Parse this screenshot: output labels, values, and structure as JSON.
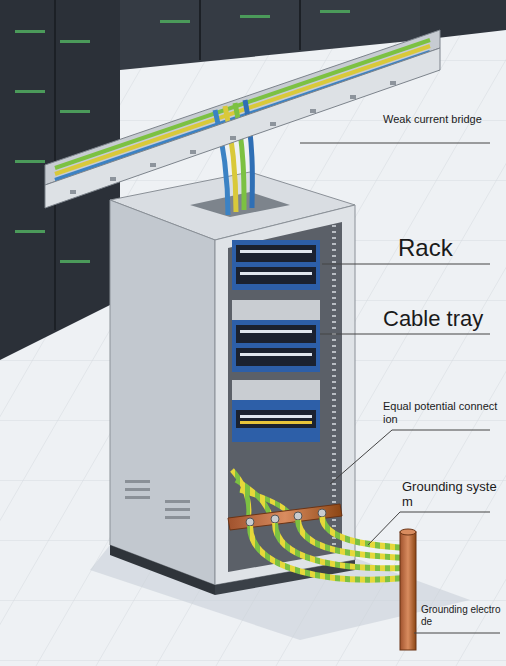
{
  "diagram": {
    "labels": [
      "Weak current bridge",
      "Rack",
      "Cable tray",
      "Equal potential connection",
      "Grounding system",
      "Grounding electrode"
    ]
  }
}
